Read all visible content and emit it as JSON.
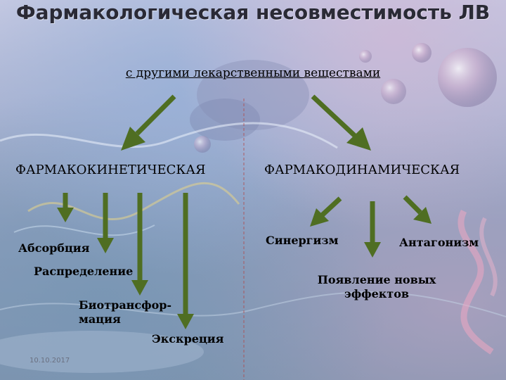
{
  "title": "Фармакологическая несовместимость ЛВ",
  "subtitle": "с другими лекарственными веществами",
  "branches": {
    "left": {
      "label": "ФАРМАКОКИНЕТИЧЕСКАЯ",
      "items": [
        "Абсорбция",
        "Распределение",
        "Биотрансфор-мация",
        "Экскреция"
      ]
    },
    "right": {
      "label": "ФАРМАКОДИНАМИЧЕСКАЯ",
      "items": [
        "Синергизм",
        "Антагонизм",
        "Появление новых эффектов"
      ]
    }
  },
  "footer": {
    "date": "10.10.2017"
  },
  "colors": {
    "arrow": "#4f6e22",
    "divider": "#b04848"
  }
}
